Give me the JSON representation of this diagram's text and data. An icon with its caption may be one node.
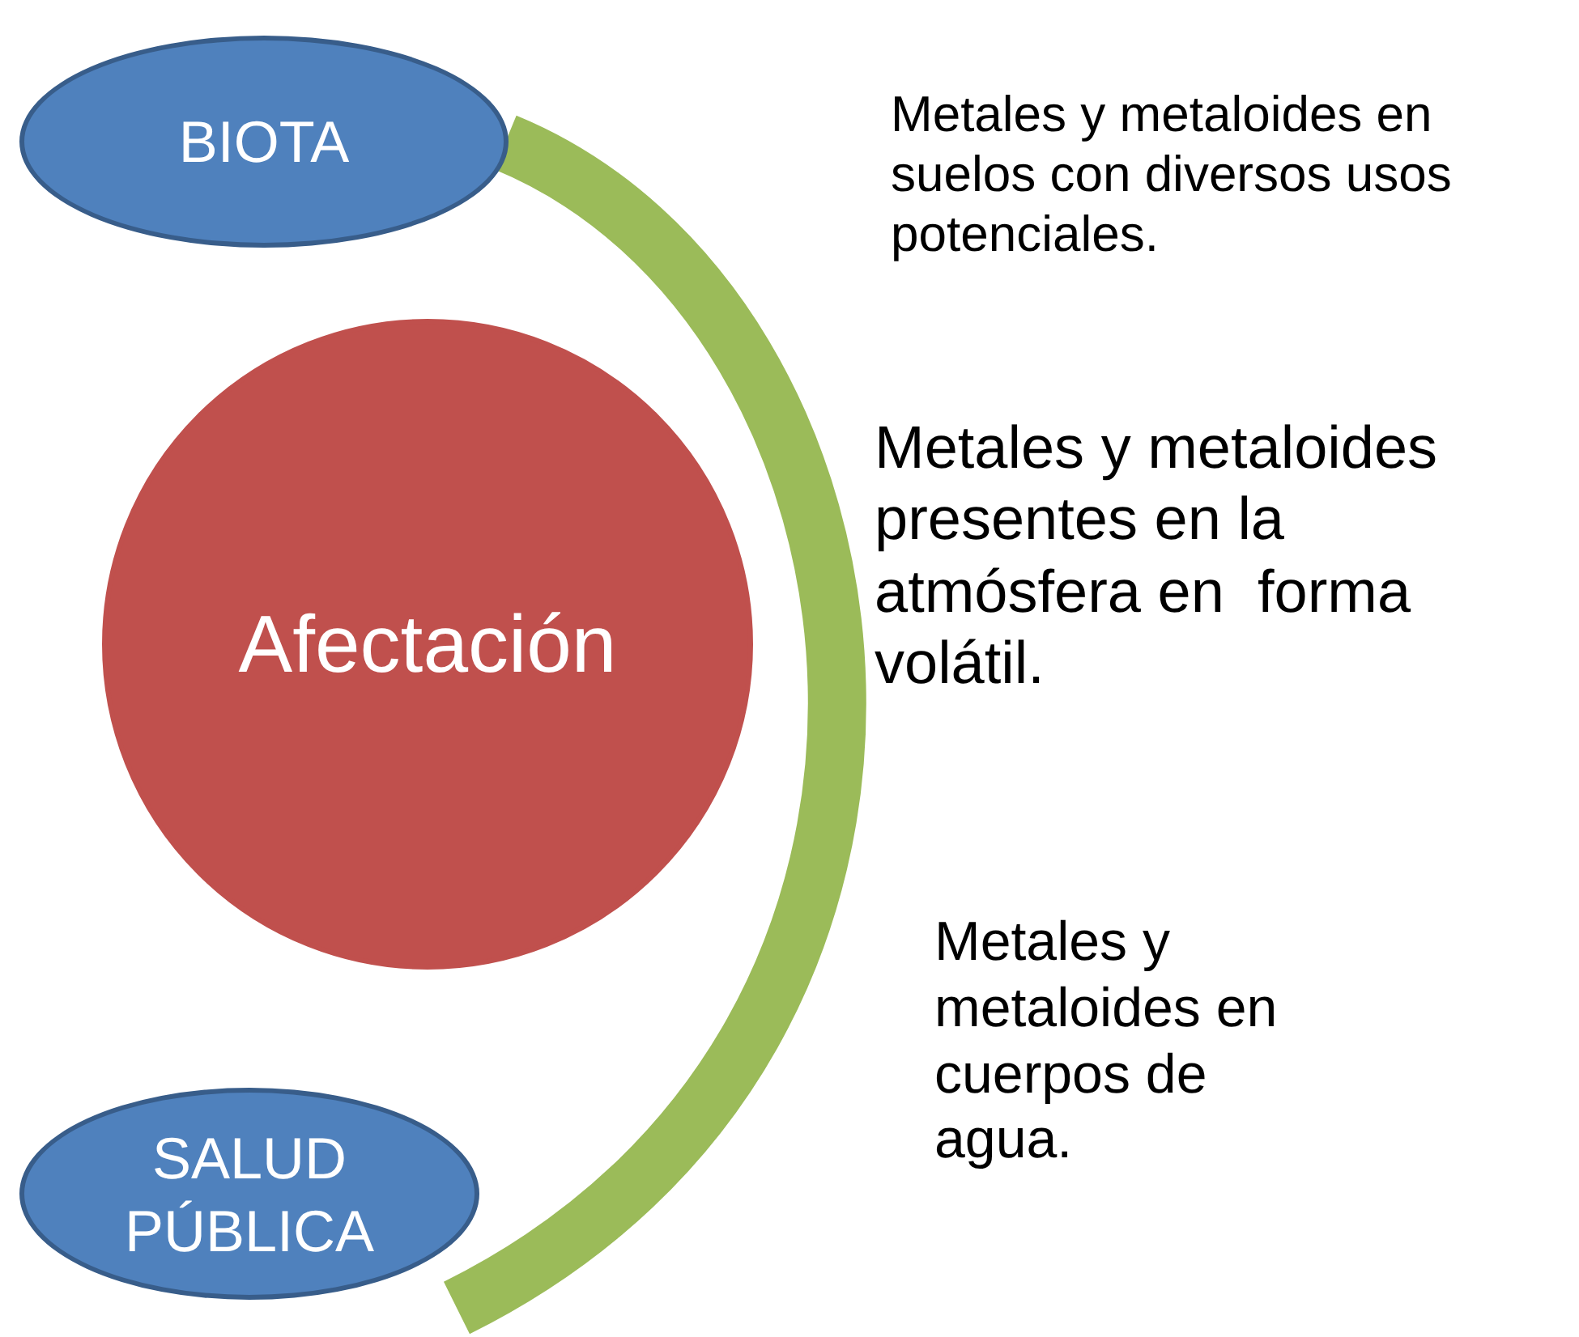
{
  "diagram": {
    "nodes": [
      {
        "text": [
          "BIOTA"
        ]
      },
      {
        "text": [
          "Afectación"
        ]
      },
      {
        "text": [
          "SALUD PÚBLICA"
        ]
      }
    ],
    "labels": [
      "Metales y metaloides en suelos con diversos usos potenciales.",
      "Metales y metaloides presentes en la atmósfera en  forma volátil.",
      "Metales y metaloides en cuerpos de agua."
    ]
  }
}
